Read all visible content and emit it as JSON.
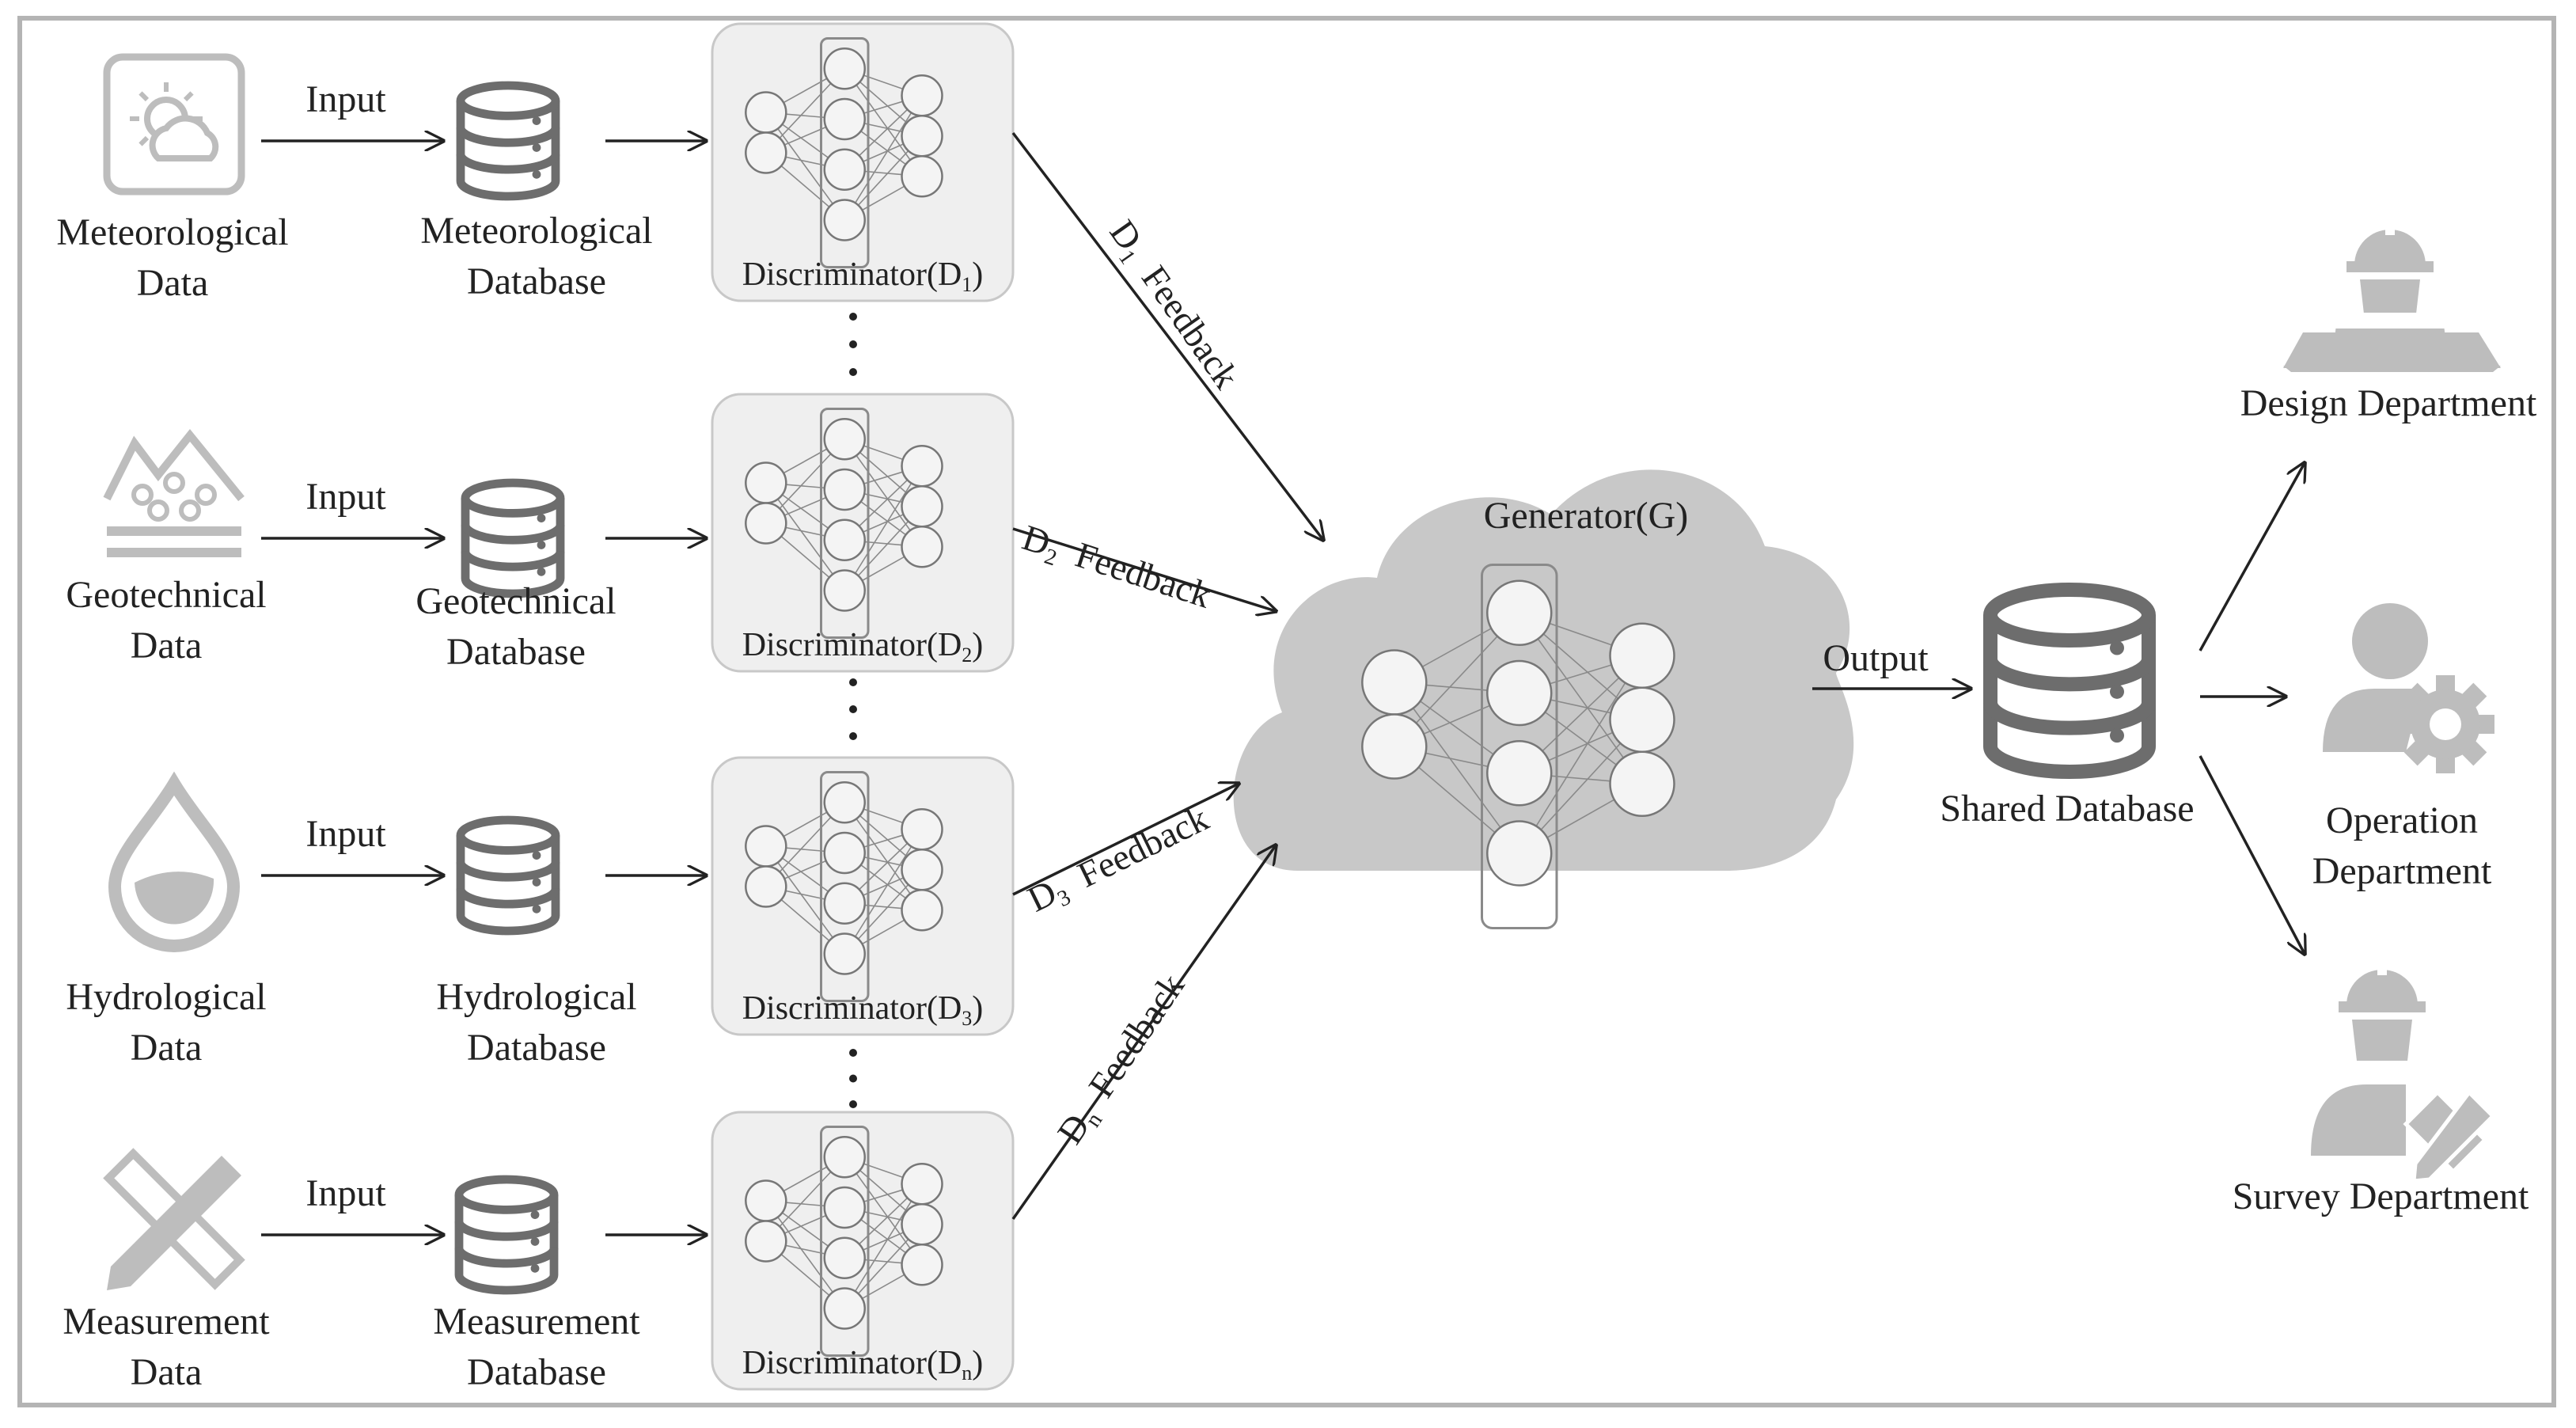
{
  "sources": [
    {
      "data_label": [
        "Meteorological",
        "Data"
      ],
      "db_label": [
        "Meteorological",
        "Database"
      ],
      "input_label": "Input",
      "discriminator": "Discriminator(D",
      "disc_sub": "1",
      "disc_close": ")",
      "feedback_sym": "D",
      "feedback_sub": "1",
      "feedback_text": "Feedback",
      "icon": "weather-icon"
    },
    {
      "data_label": [
        "Geotechnical",
        "Data"
      ],
      "db_label": [
        "Geotechnical",
        "Database"
      ],
      "input_label": "Input",
      "discriminator": "Discriminator(D",
      "disc_sub": "2",
      "disc_close": ")",
      "feedback_sym": "D",
      "feedback_sub": "2",
      "feedback_text": "Feedback",
      "icon": "geotechnical-icon"
    },
    {
      "data_label": [
        "Hydrological",
        "Data"
      ],
      "db_label": [
        "Hydrological",
        "Database"
      ],
      "input_label": "Input",
      "discriminator": "Discriminator(D",
      "disc_sub": "3",
      "disc_close": ")",
      "feedback_sym": "D",
      "feedback_sub": "3",
      "feedback_text": "Feedback",
      "icon": "water-drop-icon"
    },
    {
      "data_label": [
        "Measurement",
        "Data"
      ],
      "db_label": [
        "Measurement",
        "Database"
      ],
      "input_label": "Input",
      "discriminator": "Discriminator(D",
      "disc_sub": "n",
      "disc_close": ")",
      "feedback_sym": "D",
      "feedback_sub": "n",
      "feedback_text": "Feedback",
      "icon": "ruler-pencil-icon"
    }
  ],
  "generator": {
    "label": "Generator(G)"
  },
  "output_label": "Output",
  "shared_db": {
    "label": "Shared Database"
  },
  "departments": [
    {
      "label": [
        "Design Department"
      ],
      "icon": "design-worker-icon"
    },
    {
      "label": [
        "Operation",
        "Department"
      ],
      "icon": "operation-person-gear-icon"
    },
    {
      "label": [
        "Survey Department"
      ],
      "icon": "survey-worker-icon"
    }
  ],
  "colors": {
    "icon_gray": "#bdbdbd",
    "db_stroke": "#6d6d6d",
    "cloud": "#c8c8c8",
    "panel": "#efefef",
    "node": "#f4f4f4",
    "arrow": "#222222",
    "frame": "#b4b4b4"
  }
}
